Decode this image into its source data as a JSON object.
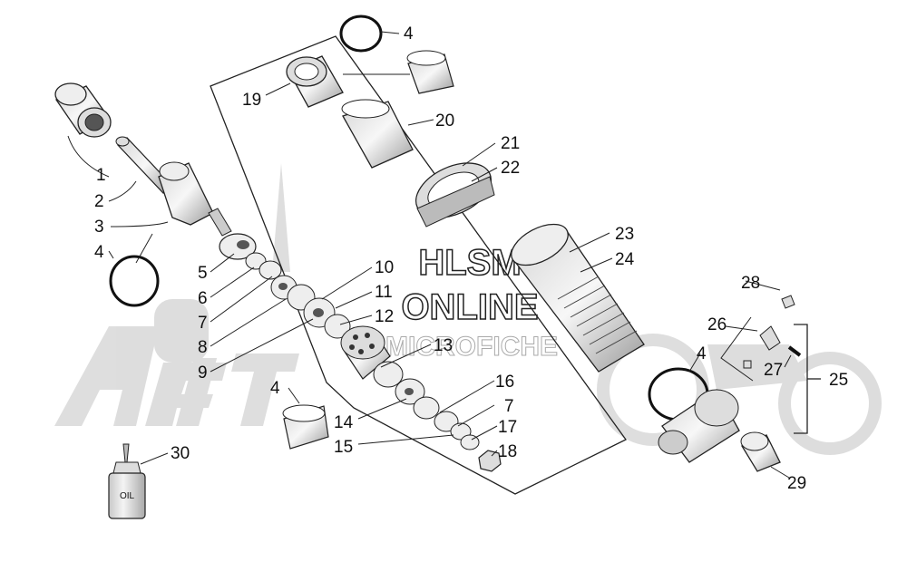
{
  "watermark": {
    "line1": "HLSM",
    "line2": "ONLINE",
    "line3": "MICROFICHE"
  },
  "oil_bottle_label": "OIL",
  "callouts": [
    {
      "id": "c1",
      "text": "1"
    },
    {
      "id": "c2",
      "text": "2"
    },
    {
      "id": "c3",
      "text": "3"
    },
    {
      "id": "c4a",
      "text": "4"
    },
    {
      "id": "c5",
      "text": "5"
    },
    {
      "id": "c6",
      "text": "6"
    },
    {
      "id": "c7a",
      "text": "7"
    },
    {
      "id": "c8",
      "text": "8"
    },
    {
      "id": "c9",
      "text": "9"
    },
    {
      "id": "c10",
      "text": "10"
    },
    {
      "id": "c11",
      "text": "11"
    },
    {
      "id": "c12",
      "text": "12"
    },
    {
      "id": "c13",
      "text": "13"
    },
    {
      "id": "c4b",
      "text": "4"
    },
    {
      "id": "c14",
      "text": "14"
    },
    {
      "id": "c15",
      "text": "15"
    },
    {
      "id": "c16",
      "text": "16"
    },
    {
      "id": "c7b",
      "text": "7"
    },
    {
      "id": "c17",
      "text": "17"
    },
    {
      "id": "c18",
      "text": "18"
    },
    {
      "id": "c4c",
      "text": "4"
    },
    {
      "id": "c19",
      "text": "19"
    },
    {
      "id": "c20",
      "text": "20"
    },
    {
      "id": "c21",
      "text": "21"
    },
    {
      "id": "c22",
      "text": "22"
    },
    {
      "id": "c23",
      "text": "23"
    },
    {
      "id": "c24",
      "text": "24"
    },
    {
      "id": "c4d",
      "text": "4"
    },
    {
      "id": "c25",
      "text": "25"
    },
    {
      "id": "c26",
      "text": "26"
    },
    {
      "id": "c27",
      "text": "27"
    },
    {
      "id": "c28",
      "text": "28"
    },
    {
      "id": "c29",
      "text": "29"
    },
    {
      "id": "c30",
      "text": "30"
    }
  ]
}
